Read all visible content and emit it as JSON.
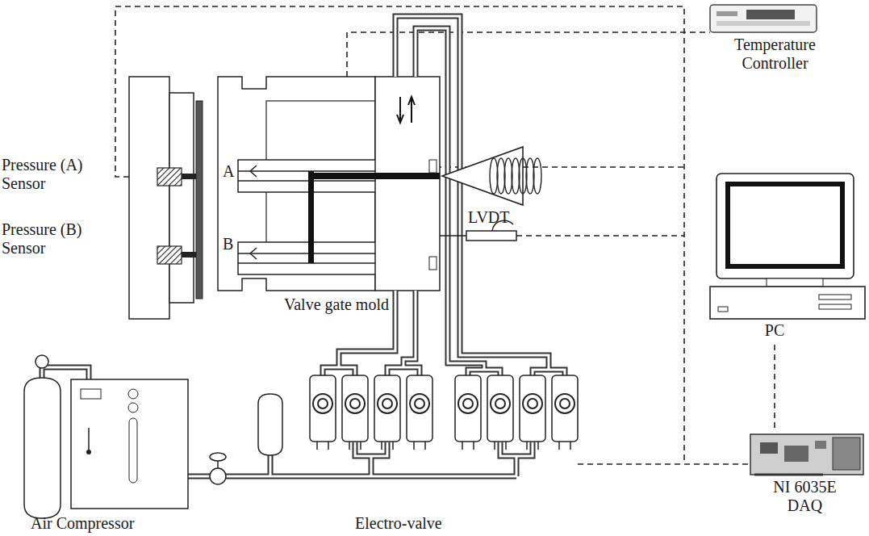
{
  "diagram": {
    "nodes": [
      {
        "text": [
          "Temperature Controller"
        ]
      },
      {
        "text": [
          "PC"
        ]
      },
      {
        "text": [
          "NI 6035E DAQ"
        ]
      }
    ],
    "edges": [
      {
        "from": 1,
        "to": 2,
        "arrow": "none"
      }
    ],
    "labels": [
      "Pressure (A) Sensor",
      "Pressure (B) Sensor",
      "A",
      "B",
      "LVDT",
      "Valve gate mold",
      "Air Compressor",
      "Electro-valve"
    ]
  }
}
